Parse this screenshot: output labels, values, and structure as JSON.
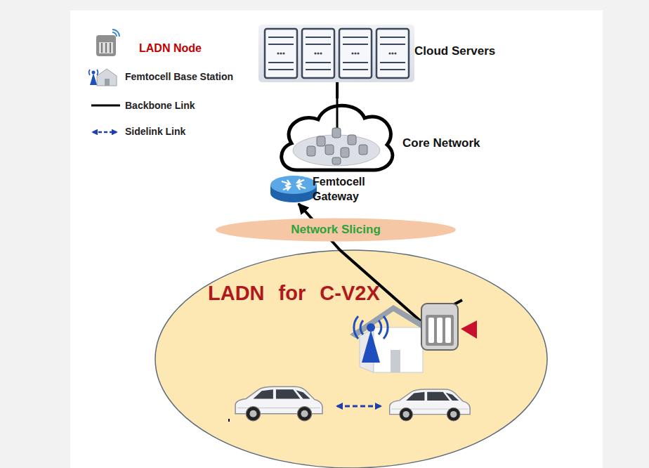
{
  "diagram": {
    "nodes": [
      {
        "text": [
          "Cloud Servers"
        ]
      },
      {
        "text": [
          "Core Network"
        ]
      },
      {
        "text": [
          "Femtocell Gateway"
        ]
      },
      {
        "text": [
          "Network Slicing"
        ]
      },
      {
        "text": [
          "LADN for C-V2X"
        ]
      }
    ],
    "edges": [
      {
        "from": 0,
        "to": 1,
        "arrow": "none"
      },
      {
        "from": 4,
        "to": 2,
        "arrow": "to"
      }
    ],
    "legend": [
      {
        "text": "LADN Node"
      },
      {
        "text": "Femtocell Base Station"
      },
      {
        "text": "Backbone Link"
      },
      {
        "text": "Sidelink Link"
      }
    ]
  }
}
